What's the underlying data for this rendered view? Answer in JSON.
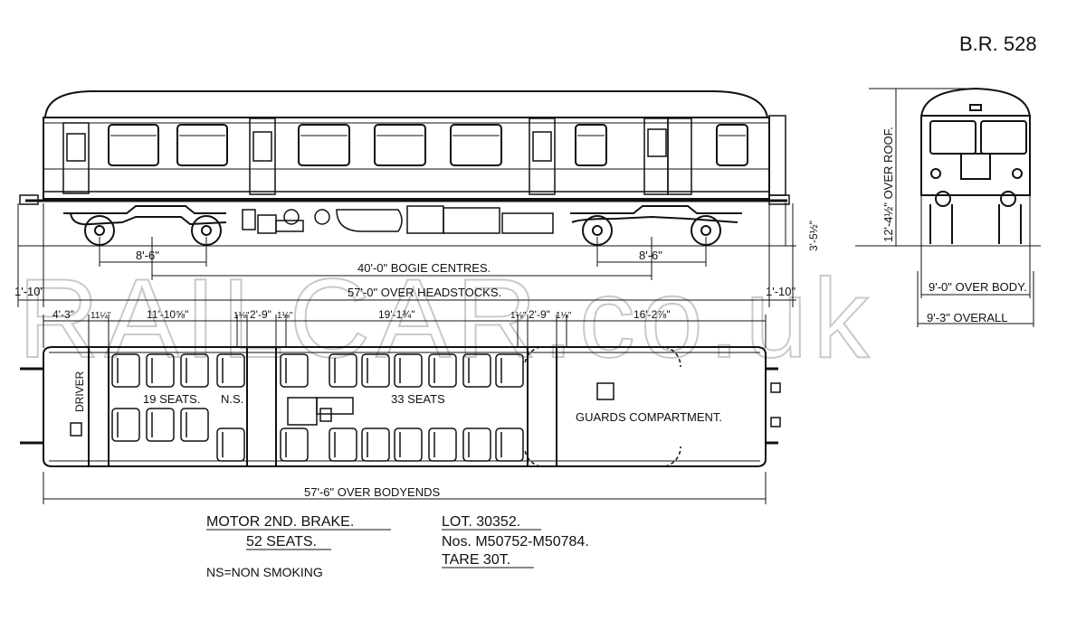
{
  "drawing": {
    "ref": "B.R. 528",
    "watermark": "RAILCAR.co.uk"
  },
  "side_elevation": {
    "bogie_wheelbase_left": "8'-6\"",
    "bogie_wheelbase_right": "8'-6\"",
    "bogie_centres": "40'-0\" BOGIE CENTRES.",
    "overhang_left": "1'-10\"",
    "overhang_right": "1'-10\"",
    "over_headstocks": "57'-0\" OVER HEADSTOCKS.",
    "rail_to_floor": "3'-5½\""
  },
  "end_elevation": {
    "height_over_roof": "12'-4½\" OVER ROOF.",
    "width_over_body": "9'-0\" OVER BODY.",
    "width_overall": "9'-3\" OVERALL"
  },
  "plan": {
    "dims": [
      "4'-3\"",
      "11¼\"",
      "11'-10⅝\"",
      "1⅛\"",
      "2'-9\"",
      "1⅛\"",
      "19'-1¾\"",
      "1⅛\"",
      "2'-9\"",
      "1⅛\"",
      "16'-2⅞\""
    ],
    "driver": "DRIVER",
    "seats_ns": "19 SEATS.",
    "ns_mark": "N.S.",
    "seats_smoking": "33 SEATS",
    "guards": "GUARDS COMPARTMENT.",
    "over_bodyends": "57'-6\" OVER BODYENDS"
  },
  "notes": {
    "type": "MOTOR 2ND. BRAKE.",
    "seats": "52 SEATS.",
    "ns_key": "NS=NON SMOKING",
    "lot": "LOT. 30352.",
    "numbers": "Nos. M50752-M50784.",
    "tare": "TARE 30T."
  }
}
